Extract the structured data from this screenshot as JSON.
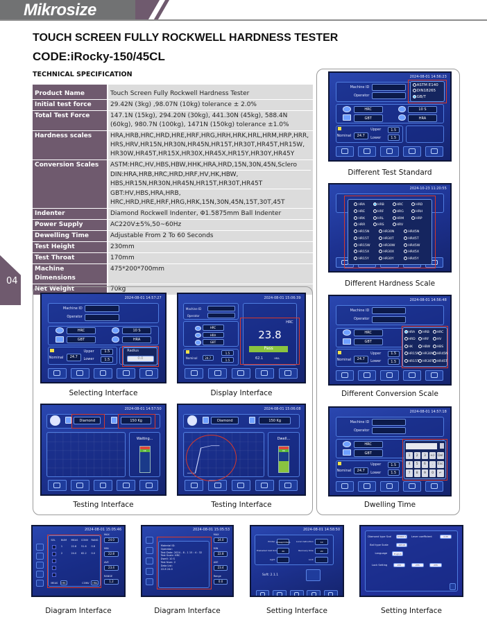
{
  "brand": {
    "logo_text": "Mikrosize",
    "page_number": "04"
  },
  "title": "TOUCH SCREEN FULLY ROCKWELL HARDNESS TESTER",
  "code": "CODE:iRocky-150/45CL",
  "spec_heading": "TECHNICAL SPECIFICATION",
  "spec": [
    {
      "key": "Product Name",
      "lines": [
        "Touch Screen Fully Rockwell Hardness Tester"
      ]
    },
    {
      "key": "Initial test force",
      "lines": [
        "29.42N (3kg) ,98.07N (10kg) tolerance ± 2.0%"
      ]
    },
    {
      "key": "Total Test Force",
      "lines": [
        "147.1N (15kg), 294.20N (30kg), 441.30N (45kg), 588.4N",
        "(60kg), 980.7N (100kg), 1471N (150kg) tolerance ±1.0%"
      ]
    },
    {
      "key": "Hardness scales",
      "lines": [
        "HRA,HRB,HRC,HRD,HRE,HRF,HRG,HRH,HRK,HRL,HRM,HRP,HRR,",
        "HRS,HRV,HR15N,HR30N,HR45N,HR15T,HR30T,HR45T,HR15W,",
        "HR30W,HR45T,HR15X,HR30X,HR45X,HR15Y,HR30Y,HR45Y"
      ]
    },
    {
      "key": "Conversion Scales",
      "groups": [
        [
          "ASTM:HRC,HV,HBS,HBW,HHK,HRA,HRD,15N,30N,45N,Sclero"
        ],
        [
          "DIN:HRA,HRB,HRC,HRD,HRF,HV,HK,HBW,",
          "HBS,HR15N,HR30N,HR45N,HR15T,HR30T,HR45T"
        ],
        [
          "GBT:HV,HBS,HRA,HRB,",
          "HRC,HRD,HRE,HRF,HRG,HRK,15N,30N,45N,15T,30T,45T"
        ]
      ]
    },
    {
      "key": "Indenter",
      "lines": [
        "Diamond Rockwell Indenter, Φ1.5875mm Ball Indenter"
      ]
    },
    {
      "key": "Power Supply",
      "lines": [
        "AC220V±5%,50~60Hz"
      ]
    },
    {
      "key": "Dewelling Time",
      "lines": [
        "Adjustable From 2 To 60 Seconds"
      ]
    },
    {
      "key": "Test Height",
      "lines": [
        "230mm"
      ]
    },
    {
      "key": "Test Throat",
      "lines": [
        "170mm"
      ]
    },
    {
      "key": "Machine Dimensions",
      "lines": [
        "475*200*700mm"
      ]
    },
    {
      "key": "Net Weight",
      "lines": [
        "70kg"
      ]
    }
  ],
  "common": {
    "machine_id": "Machine ID",
    "operator": "Operator",
    "nominal": "Nominal",
    "upper": "Upper",
    "lower": "Lower",
    "nominal_value": "24.7",
    "upper_value": "1.5",
    "lower_value": "1.5",
    "scale": "HRC",
    "standard": "GBT",
    "dwell": "10  S",
    "conv": "HRA"
  },
  "screens": {
    "test_standard": {
      "timestamp": "2024-08-01 14:56:23",
      "caption": "Different Test Standard",
      "options": [
        "ASTM E140",
        "DIN18265",
        "GB/T"
      ],
      "selected": 2
    },
    "hardness": {
      "timestamp": "2024-10-23 11:20:55",
      "caption": "Different Hardness Scale",
      "rows4": [
        [
          "HRA",
          "HRB",
          "HRC",
          "HRD"
        ],
        [
          "HRE",
          "HRF",
          "HRG",
          "HRH"
        ],
        [
          "HRK",
          "HRL",
          "HRM",
          "HRP"
        ],
        [
          "HRR",
          "HRS",
          "HRV"
        ]
      ],
      "rows3": [
        [
          "HR15N",
          "HR30N",
          "HR45N"
        ],
        [
          "HR15T",
          "HR30T",
          "HR45T"
        ],
        [
          "HR15W",
          "HR30W",
          "HR45W"
        ],
        [
          "HR15X",
          "HR30X",
          "HR45X"
        ],
        [
          "HR15Y",
          "HR30Y",
          "HR45Y"
        ]
      ],
      "selected": "HRB"
    },
    "conversion": {
      "timestamp": "2024-08-01 14:56:48",
      "caption": "Different Conversion Scale",
      "rows": [
        [
          "HRA",
          "HRB",
          "HRC"
        ],
        [
          "HRD",
          "HRF",
          "HV"
        ],
        [
          "HK",
          "HBW",
          "HBS"
        ],
        [
          "HR15N",
          "HR30N",
          "HR45N"
        ],
        [
          "HR15T",
          "HR30T",
          "HR45T"
        ]
      ],
      "selected": "HRA"
    },
    "dwelling": {
      "timestamp": "2024-08-01 14:57:18",
      "caption": "Dwelling Time",
      "keys": [
        "1",
        "2",
        "3",
        "+/-",
        "Del",
        "4",
        "5",
        "6",
        ".",
        "Esc",
        "7",
        "8",
        "9",
        "0",
        "↵"
      ]
    },
    "selecting": {
      "timestamp": "2024-08-01 14:57:27",
      "caption": "Selecting Interface",
      "radius_label": "Radius",
      "radius_value": "0.0"
    },
    "display": {
      "timestamp": "2024-08-01 15:06:39",
      "caption": "Display Interface",
      "unit": "HRC",
      "value": "23.8",
      "result": "Pass",
      "conv_value": "62.1",
      "conv_unit": "HRA",
      "std": "GBT"
    },
    "testing1": {
      "timestamp": "2024-08-01 14:57:50",
      "caption": "Testing Interface",
      "indenter": "Diamond",
      "force": "150   Kg",
      "status": "Waiting...",
      "progress": 0,
      "ok": "OK"
    },
    "testing2": {
      "timestamp": "2024-08-01 15:06:08",
      "caption": "Testing Interface",
      "indenter": "Diamond",
      "force": "150   Kg",
      "status": "Dwell...",
      "progress": 0.45,
      "ok": "OK"
    },
    "diagram1": {
      "timestamp": "2024-08-01 15:05:46",
      "caption": "Diagram Interface",
      "headers": [
        "SEL",
        "NUM",
        "MEAS",
        "CONV",
        "RANG"
      ],
      "rows": [
        [
          "",
          "1",
          "22.8",
          "51.6",
          "0.8"
        ],
        [
          "",
          "2",
          "24.0",
          "62.2",
          "0.0"
        ]
      ],
      "meas_label": "MEAS",
      "meas": "HRC",
      "conv_label": "CONV",
      "conv": "HRA",
      "stats": [
        [
          "MAX",
          "24.0"
        ],
        [
          "MIN",
          "22.8"
        ],
        [
          "AVE",
          "23.4"
        ],
        [
          "RANGE",
          "1.2"
        ]
      ]
    },
    "diagram2": {
      "timestamp": "2024-08-01 15:05:53",
      "caption": "Diagram Interface",
      "lines": [
        "Material ID:",
        "Operator:",
        "Test Date:      2024 - 8 - 1    15 : 4 : 32",
        "Test Scale:      HRC",
        "Dwell:      10  S",
        "Test Num:      2",
        "Data List:",
        "   22.8      24.0"
      ],
      "stats": [
        [
          "MAX",
          "24.0"
        ],
        [
          "MIN",
          "22.8"
        ],
        [
          "AVE",
          "23.4"
        ],
        [
          "Range",
          "0.0"
        ]
      ]
    },
    "setting1": {
      "timestamp": "2024-08-01 14:58:50",
      "caption": "Setting Interface",
      "fields": [
        [
          "Printer",
          "CloseprinterA"
        ],
        [
          "Local instruction",
          "10"
        ],
        [
          "Preloaded hold time",
          "20"
        ],
        [
          "Recovery time",
          "20"
        ],
        [
          "Light",
          ""
        ],
        [
          "Lock",
          ""
        ]
      ],
      "soft": "Soft: 2.1.1"
    },
    "setting2": {
      "caption": "Setting Interface",
      "diamond_label": "Diamond type Scal",
      "diamond": "85883.5",
      "lever_label": "Lever coefficient",
      "lever": "2.05",
      "ball_label": "Ball type Scale",
      "ball": "46518",
      "lang_label": "Language",
      "lang": "English",
      "lock_label": "Lock Setting",
      "locks": [
        "255",
        "255",
        "255"
      ]
    }
  }
}
